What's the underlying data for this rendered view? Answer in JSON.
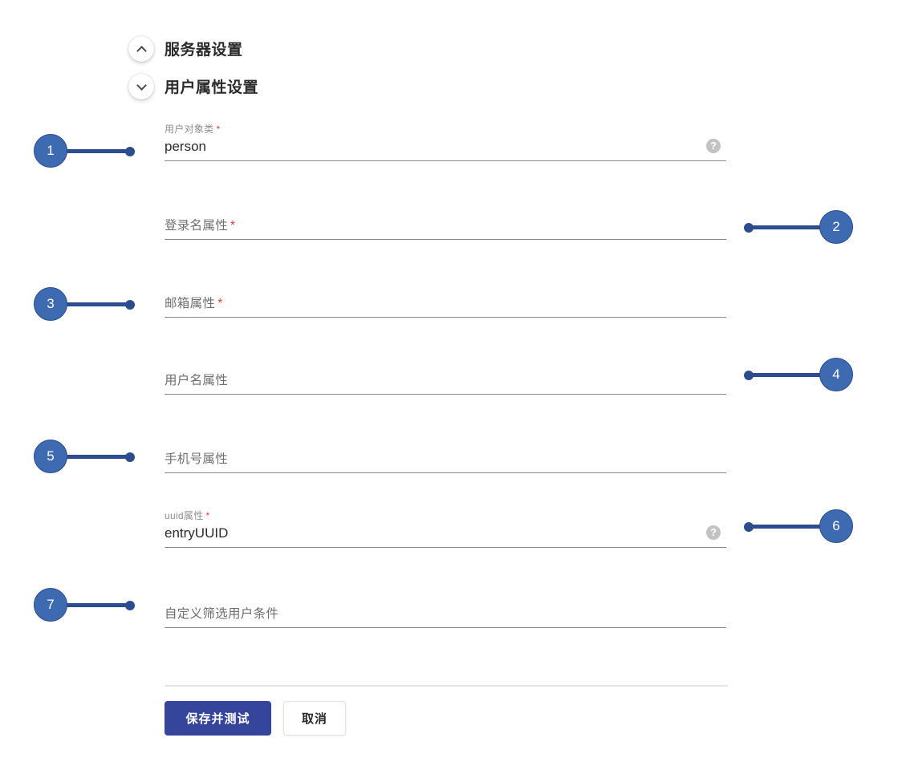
{
  "sections": [
    {
      "title": "服务器设置",
      "state": "collapsed",
      "chevron": "chevron-up-icon"
    },
    {
      "title": "用户属性设置",
      "state": "expanded",
      "chevron": "chevron-down-icon"
    }
  ],
  "fields": [
    {
      "label": "用户对象类",
      "star": "*",
      "value": "person",
      "has_help": true
    },
    {
      "label": "登录名属性",
      "star": "*",
      "value": "",
      "has_help": false
    },
    {
      "label": "邮箱属性",
      "star": "*",
      "value": "",
      "has_help": false
    },
    {
      "label": "用户名属性",
      "star": "",
      "value": "",
      "has_help": false
    },
    {
      "label": "手机号属性",
      "star": "",
      "value": "",
      "has_help": false
    },
    {
      "label": "uuid属性",
      "star": "*",
      "value": "entryUUID",
      "has_help": true
    },
    {
      "label": "自定义筛选用户条件",
      "star": "",
      "value": "",
      "has_help": false
    }
  ],
  "buttons": {
    "save": "保存并测试",
    "cancel": "取消"
  },
  "callouts": [
    {
      "number": "1",
      "side": "left"
    },
    {
      "number": "2",
      "side": "right"
    },
    {
      "number": "3",
      "side": "left"
    },
    {
      "number": "4",
      "side": "right"
    },
    {
      "number": "5",
      "side": "left"
    },
    {
      "number": "6",
      "side": "right"
    },
    {
      "number": "7",
      "side": "left"
    }
  ],
  "colors": {
    "primary_button": "#35459c",
    "callout_fill": "#3e6ab2",
    "callout_stroke": "#2b4d8e",
    "required_star": "#e23b35",
    "underline": "#8a8a8a",
    "help_icon_bg": "#c3c3c3"
  }
}
